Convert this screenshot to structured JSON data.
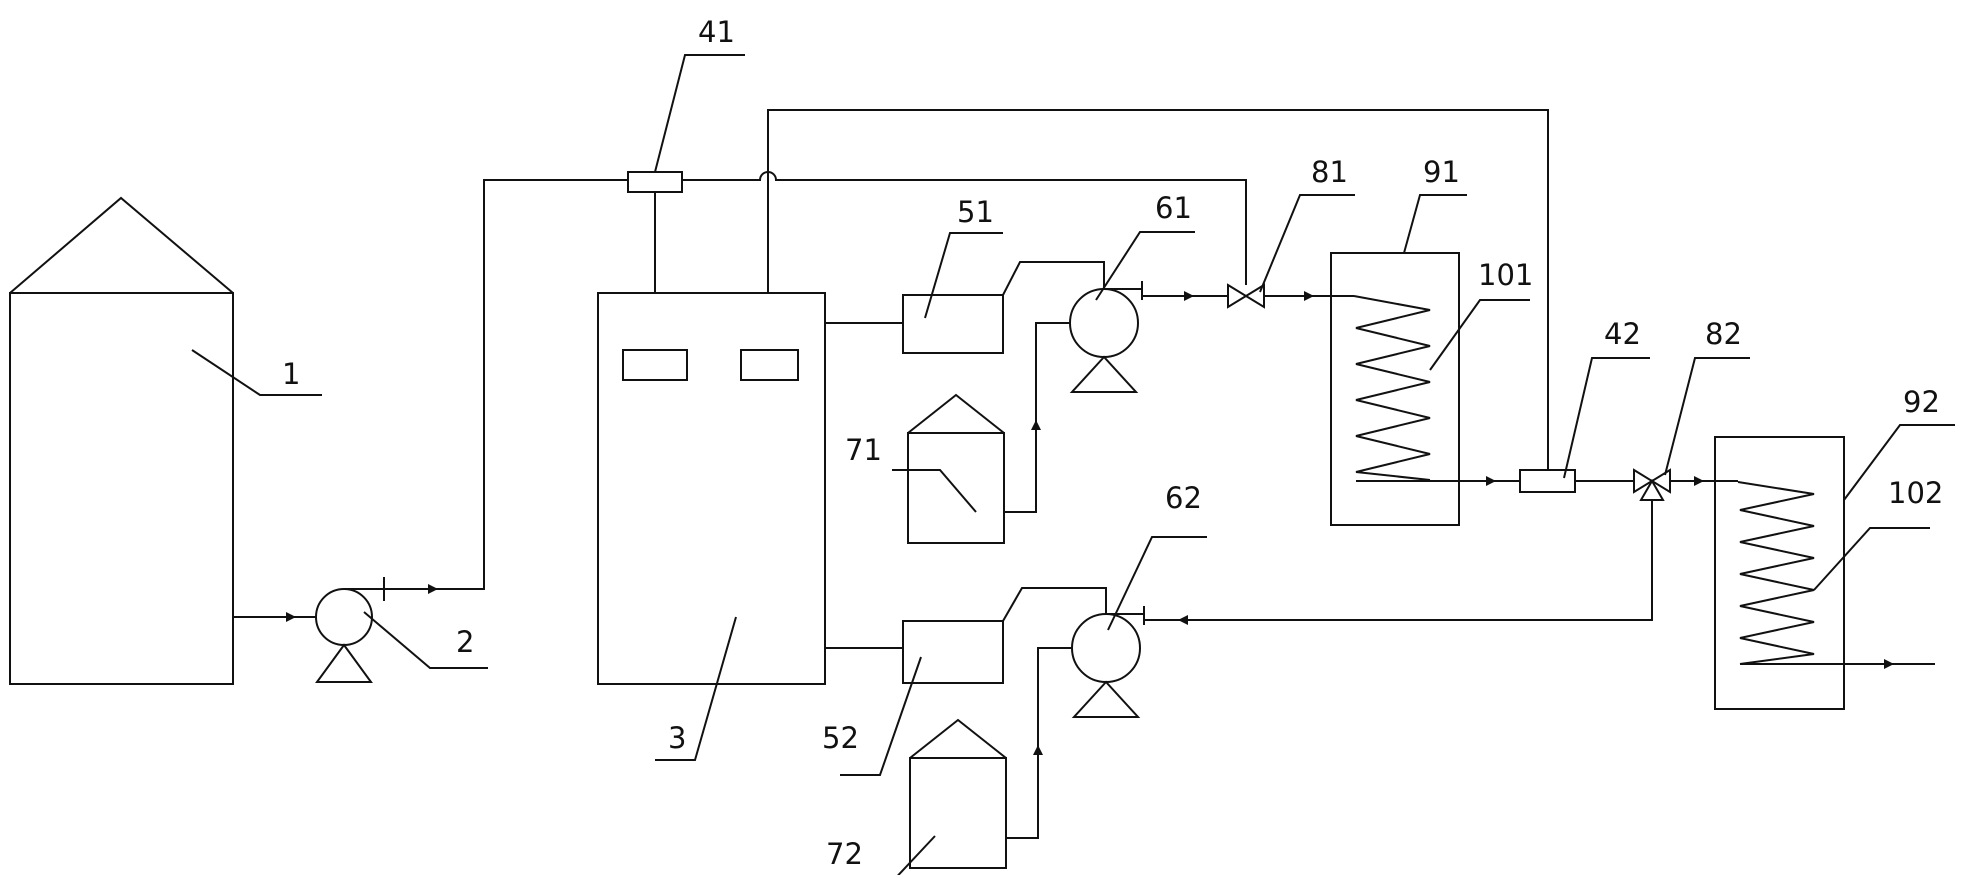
{
  "labels": {
    "l1": "1",
    "l2": "2",
    "l3": "3",
    "l41": "41",
    "l42": "42",
    "l51": "51",
    "l52": "52",
    "l61": "61",
    "l62": "62",
    "l71": "71",
    "l72": "72",
    "l81": "81",
    "l82": "82",
    "l91": "91",
    "l92": "92",
    "l101": "101",
    "l102": "102"
  }
}
